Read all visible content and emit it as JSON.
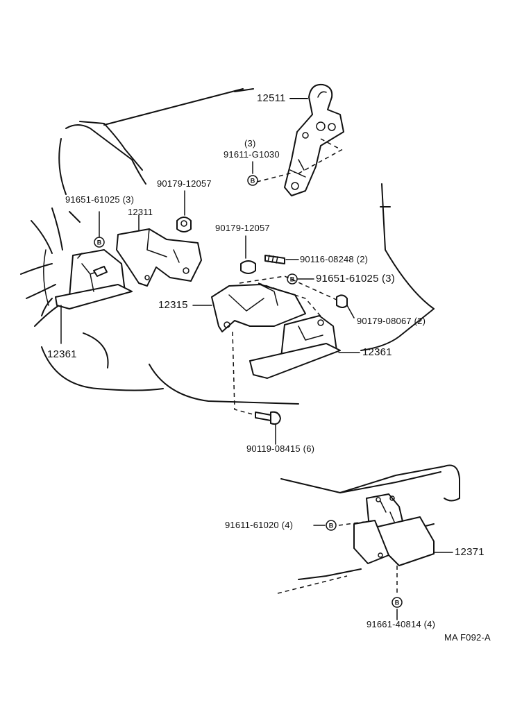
{
  "labels": {
    "p12511": "12511",
    "qty3_top": "(3)",
    "p91611g1030": "91611-G1030",
    "p90179_12057_a": "90179-12057",
    "p91651_61025_left": "91651-61025 (3)",
    "p12311": "12311",
    "p90179_12057_b": "90179-12057",
    "p90116_08248": "90116-08248 (2)",
    "p91651_61025_right": "91651-61025 (3)",
    "p12315": "12315",
    "p90179_08067": "90179-08067 (2)",
    "p12361_left": "12361",
    "p12361_right": "12361",
    "p90119_08415": "90119-08415 (6)",
    "p91611_61020": "91611-61020 (4)",
    "p12371": "12371",
    "p91661_40814": "91661-40814 (4)",
    "figure_code": "MA F092-A"
  },
  "badge_letter": "B"
}
